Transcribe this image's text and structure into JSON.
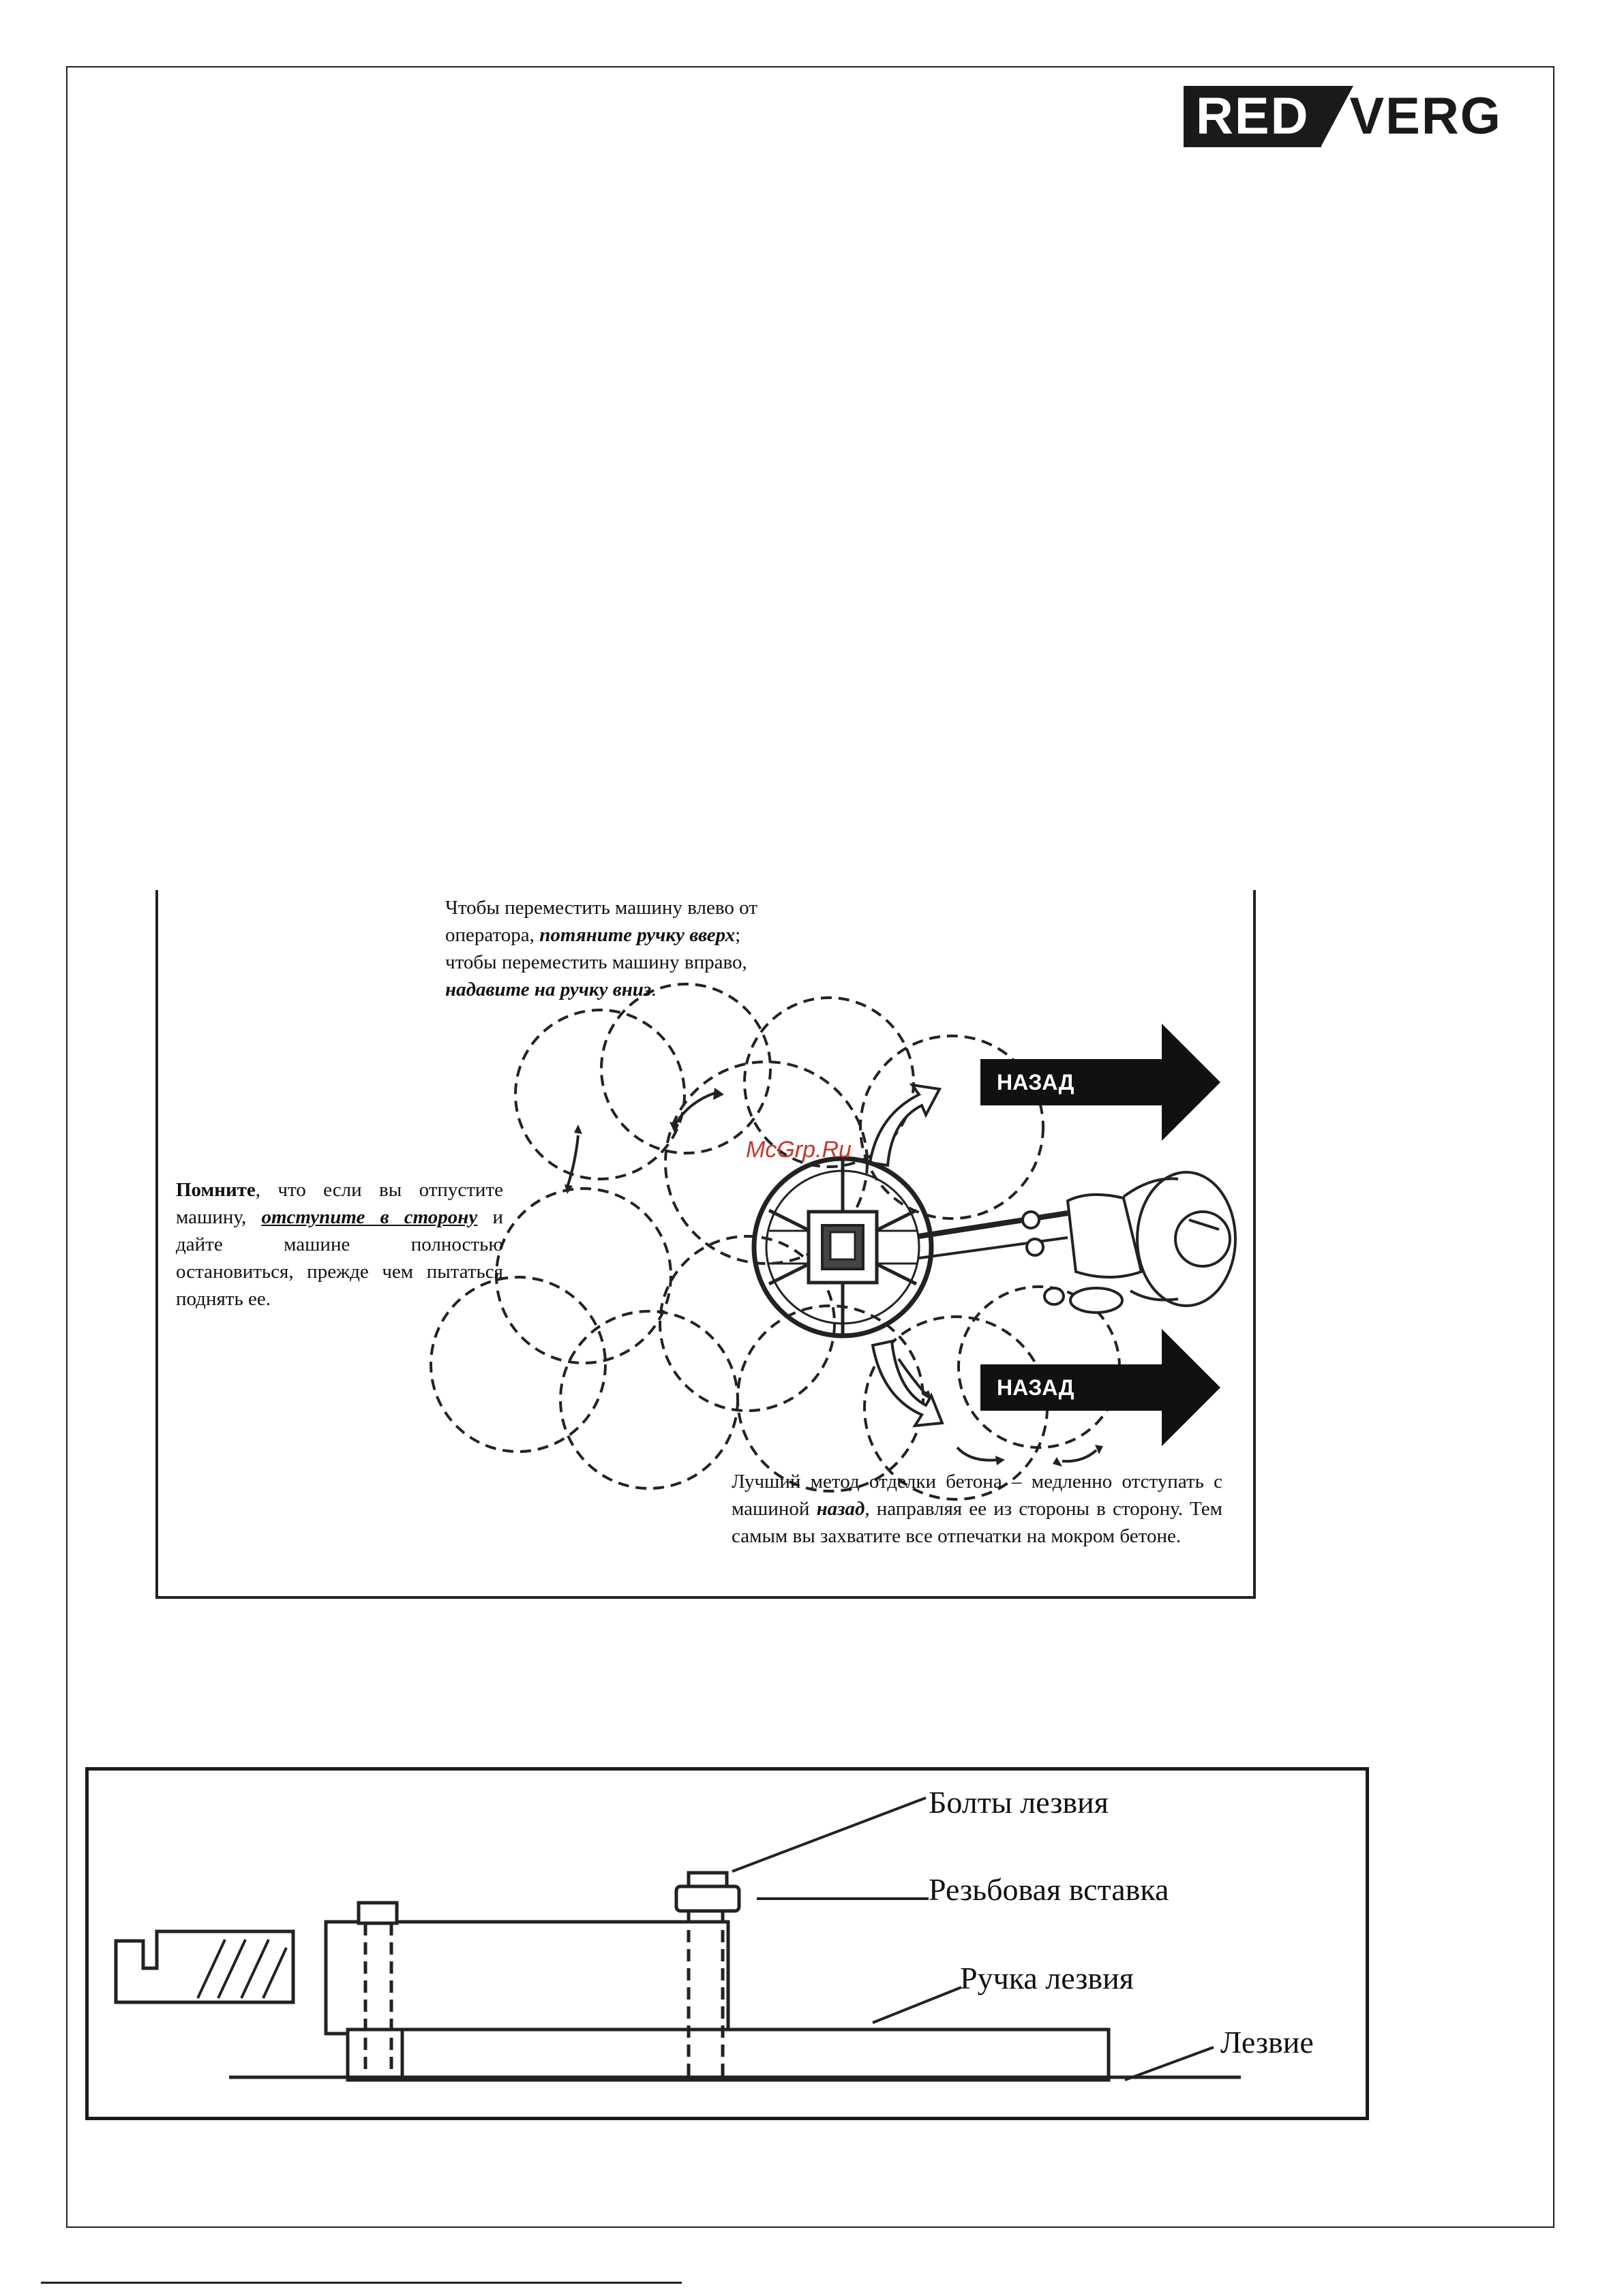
{
  "logo": {
    "part1": "RED",
    "part2": "VERG"
  },
  "figure1": {
    "top_text_line1": "Чтобы переместить машину влево от",
    "top_text_line2_a": "оператора, ",
    "top_text_line2_b": "потяните ручку вверх",
    "top_text_line2_c": ";",
    "top_text_line3": "чтобы переместить машину вправо,",
    "top_text_line4": "надавите на ручку вниз",
    "top_text_line4_end": ".",
    "left_text_bold": "Помните",
    "left_text_1": ", что если вы отпустите машину, ",
    "left_text_underline": "отступите в сторону",
    "left_text_2": " и дайте машине полностью остановиться, прежде чем пытаться поднять ее.",
    "bottom_text_1": "Лучший метод отделки бетона – медленно отступать с машиной ",
    "bottom_text_bold": "назад",
    "bottom_text_2": ", направляя ее из стороны в сторону. Тем самым вы захватите все отпечатки на мокром бетоне.",
    "arrow_top_label": "НАЗАД",
    "arrow_bottom_label": "НАЗАД",
    "watermark": "McGrp.Ru"
  },
  "figure2": {
    "label_bolts": "Болты лезвия",
    "label_insert": "Резьбовая вставка",
    "label_handle": "Ручка лезвия",
    "label_blade": "Лезвие"
  }
}
